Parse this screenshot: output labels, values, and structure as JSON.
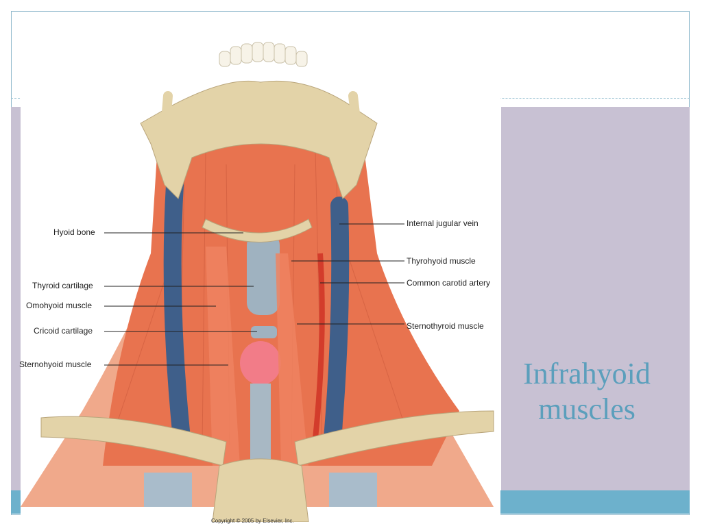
{
  "slide": {
    "title_line1": "Infrahyoid",
    "title_line2": "muscles",
    "copyright": "Copyright © 2005 by Elsevier, Inc."
  },
  "labels": {
    "hyoid_bone": "Hyoid bone",
    "thyroid_cartilage": "Thyroid cartilage",
    "omohyoid_muscle": "Omohyoid muscle",
    "cricoid_cartilage": "Cricoid cartilage",
    "sternohyoid_muscle": "Sternohyoid muscle",
    "internal_jugular_vein": "Internal jugular vein",
    "thyrohyoid_muscle": "Thyrohyoid muscle",
    "common_carotid_artery": "Common carotid artery",
    "sternothyroid_muscle": "Sternothyroid muscle"
  },
  "colors": {
    "accent": "#6db1cc",
    "panel": "#c8c1d3",
    "title": "#5b9fbc",
    "muscle": "#e8734f",
    "bone": "#e3d3a8",
    "vein": "#3f5f8a"
  }
}
